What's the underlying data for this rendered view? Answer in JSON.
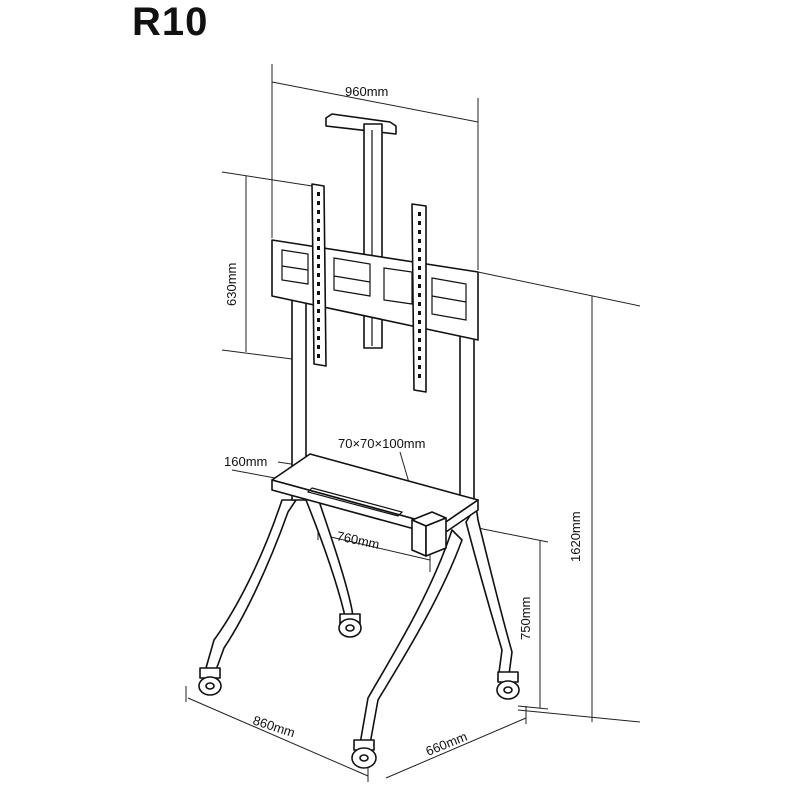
{
  "title": "R10",
  "dimensions": {
    "top_width": "960mm",
    "height_plate": "630mm",
    "total_height": "1620mm",
    "shelf_depth": "160mm",
    "camera_box": "70×70×100mm",
    "shelf_width": "760mm",
    "base_height": "750mm",
    "base_width": "860mm",
    "base_depth": "660mm"
  }
}
